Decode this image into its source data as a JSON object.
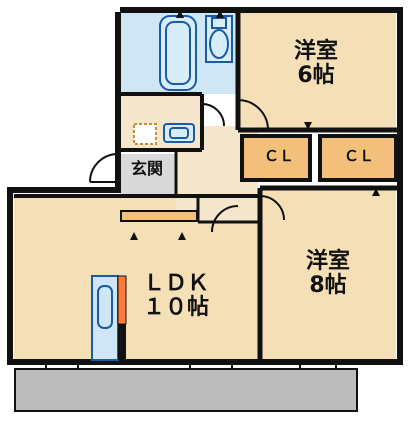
{
  "rooms": {
    "western_6": {
      "name": "洋室",
      "size": "6帖"
    },
    "western_8": {
      "name": "洋室",
      "size": "8帖"
    },
    "ldk": {
      "name": "ＬＤＫ",
      "size": "１０帖"
    },
    "closet_left": {
      "name": "ＣＬ"
    },
    "closet_right": {
      "name": "ＣＬ"
    },
    "entrance": {
      "name": "玄関"
    }
  },
  "colors": {
    "room_fill": "#f4dfb6",
    "closet_fill": "#f2c07a",
    "wet_fill": "#cfe7f4",
    "floor_fill": "#f6e7cc",
    "balcony_fill": "#bcbcbc",
    "entrance_fill": "#d9d9d9",
    "wall": "#111111",
    "accent": "#ff7a3a"
  }
}
